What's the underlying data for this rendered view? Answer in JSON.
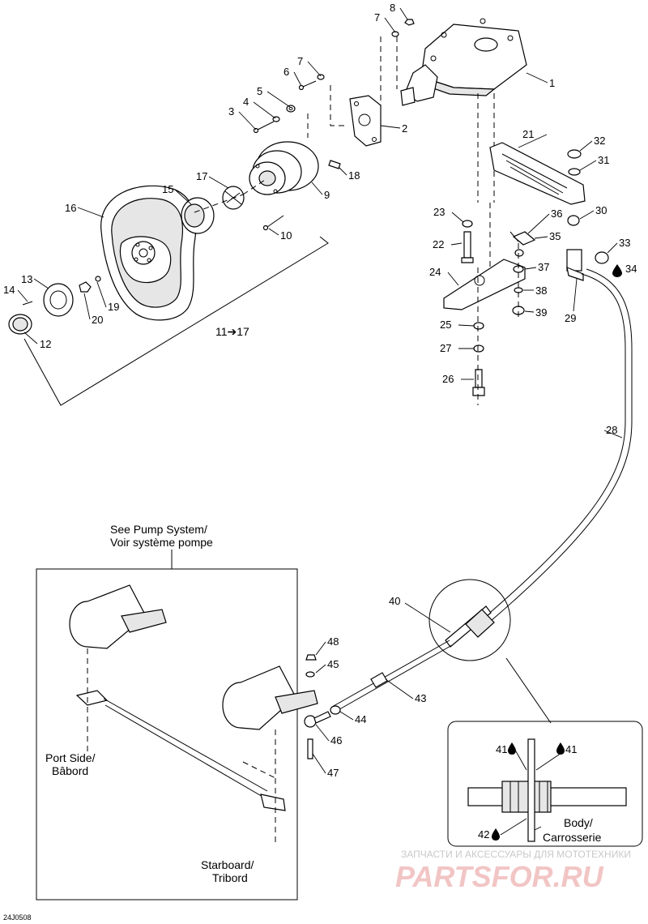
{
  "figure_id": "24J0508",
  "notes": {
    "pump_ref_line1": "See Pump System/",
    "pump_ref_line2": "Voir système pompe",
    "port_line1": "Port Side/",
    "port_line2": "Bâbord",
    "starboard_line1": "Starboard/",
    "starboard_line2": "Tribord",
    "body_line1": "Body/",
    "body_line2": "Carrosserie",
    "group_range": "11➔17"
  },
  "watermark": {
    "tagline": "ЗАПЧАСТИ И АКСЕССУАРЫ ДЛЯ МОТОТЕХНИКИ",
    "logo": "PARTSFOR.RU"
  },
  "callouts": [
    {
      "id": "c1",
      "label": "1"
    },
    {
      "id": "c2",
      "label": "2"
    },
    {
      "id": "c3",
      "label": "3"
    },
    {
      "id": "c4",
      "label": "4"
    },
    {
      "id": "c5",
      "label": "5"
    },
    {
      "id": "c6",
      "label": "6"
    },
    {
      "id": "c7a",
      "label": "7"
    },
    {
      "id": "c7b",
      "label": "7"
    },
    {
      "id": "c8",
      "label": "8"
    },
    {
      "id": "c9",
      "label": "9"
    },
    {
      "id": "c10",
      "label": "10"
    },
    {
      "id": "c12",
      "label": "12"
    },
    {
      "id": "c13",
      "label": "13"
    },
    {
      "id": "c14",
      "label": "14"
    },
    {
      "id": "c15",
      "label": "15"
    },
    {
      "id": "c16",
      "label": "16"
    },
    {
      "id": "c17",
      "label": "17"
    },
    {
      "id": "c18",
      "label": "18"
    },
    {
      "id": "c19",
      "label": "19"
    },
    {
      "id": "c20",
      "label": "20"
    },
    {
      "id": "c21",
      "label": "21"
    },
    {
      "id": "c22",
      "label": "22"
    },
    {
      "id": "c23",
      "label": "23"
    },
    {
      "id": "c24",
      "label": "24"
    },
    {
      "id": "c25",
      "label": "25"
    },
    {
      "id": "c26",
      "label": "26"
    },
    {
      "id": "c27",
      "label": "27"
    },
    {
      "id": "c28",
      "label": "28"
    },
    {
      "id": "c29",
      "label": "29"
    },
    {
      "id": "c30",
      "label": "30"
    },
    {
      "id": "c31",
      "label": "31"
    },
    {
      "id": "c32",
      "label": "32"
    },
    {
      "id": "c33",
      "label": "33"
    },
    {
      "id": "c34",
      "label": "34"
    },
    {
      "id": "c35",
      "label": "35"
    },
    {
      "id": "c36",
      "label": "36"
    },
    {
      "id": "c37",
      "label": "37"
    },
    {
      "id": "c38",
      "label": "38"
    },
    {
      "id": "c39",
      "label": "39"
    },
    {
      "id": "c40",
      "label": "40"
    },
    {
      "id": "c41a",
      "label": "41"
    },
    {
      "id": "c41b",
      "label": "41"
    },
    {
      "id": "c42",
      "label": "42"
    },
    {
      "id": "c43",
      "label": "43"
    },
    {
      "id": "c44",
      "label": "44"
    },
    {
      "id": "c45",
      "label": "45"
    },
    {
      "id": "c46",
      "label": "46"
    },
    {
      "id": "c47",
      "label": "47"
    },
    {
      "id": "c48",
      "label": "48"
    }
  ]
}
